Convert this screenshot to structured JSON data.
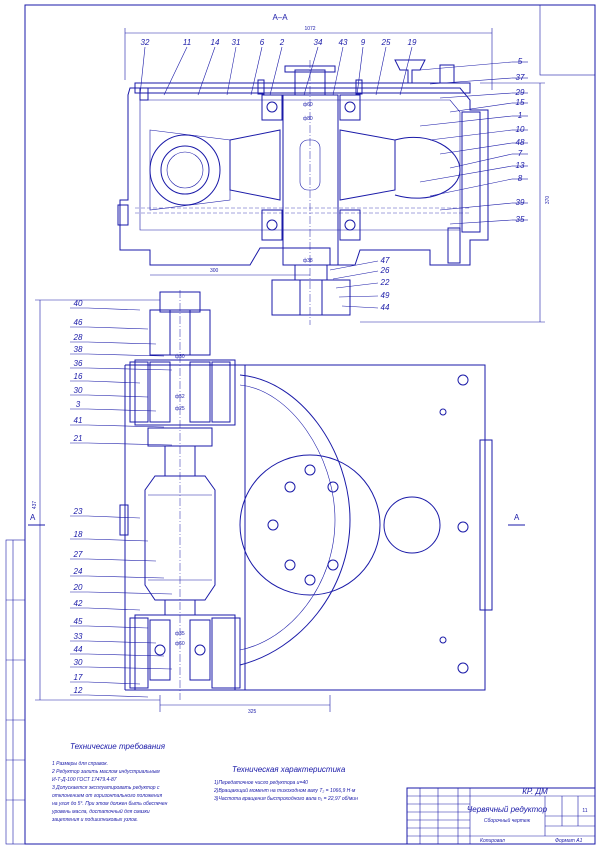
{
  "section_label": "А–А",
  "section_marker": "А",
  "callouts_top": [
    "32",
    "11",
    "14",
    "31",
    "6",
    "2",
    "34",
    "43",
    "9",
    "25",
    "19"
  ],
  "callouts_right_top": [
    "5",
    "37",
    "29",
    "15",
    "1",
    "10",
    "48",
    "7",
    "13",
    "8",
    "39",
    "35"
  ],
  "callouts_bottom_right": [
    "47",
    "26",
    "22",
    "49",
    "44"
  ],
  "callouts_left": [
    "40",
    "46",
    "28",
    "38",
    "36",
    "16",
    "30",
    "3",
    "41",
    "21",
    "23",
    "18",
    "27",
    "24",
    "20",
    "42",
    "45",
    "33",
    "44",
    "30",
    "17",
    "12"
  ],
  "dims_top": {
    "overall_width": "1072",
    "overall_height": "370",
    "shaft_offset": "300",
    "d_top": "ф60",
    "d_mid": "ф80",
    "d_bottom": "ф38"
  },
  "dims_lower": {
    "height": "437",
    "width": "325",
    "d1": "ф30",
    "d2": "ф52",
    "d3": "ф25",
    "d4": "ф35",
    "d5": "ф60"
  },
  "tech_requirements": {
    "title": "Технические требования",
    "lines": [
      "1  Размеры для справок.",
      "2  Редуктор залить маслом индустриальным",
      "   И-Т-Д-100 ГОСТ 17479.4-87",
      "3  Допускается эксплуатировать редуктор с",
      "   отклонением от горизонтального положения",
      "   на угол до 5°. При этом должен быть обеспечен",
      "   уровень масла, достаточный для смазки",
      "   зацепления и подшипниковых узлов."
    ]
  },
  "tech_characteristics": {
    "title": "Техническая характеристика",
    "lines": [
      "1)Передаточное число редуктора u=40",
      "2)Вращающий момент на тихоходном валу Т₂ = 1066,9 Н·м",
      "3)Частота вращения быстроходного вала n₁ = 22,97 об/мин"
    ]
  },
  "title_block": {
    "code": "КР. ДМ",
    "name": "Червячный редуктор",
    "subtitle": "Сборочный чертеж",
    "sheet": "11",
    "copied": "Копировал",
    "format": "Формат   А1"
  },
  "colors": {
    "line": "#1a1aa8",
    "paper": "#ffffff"
  }
}
